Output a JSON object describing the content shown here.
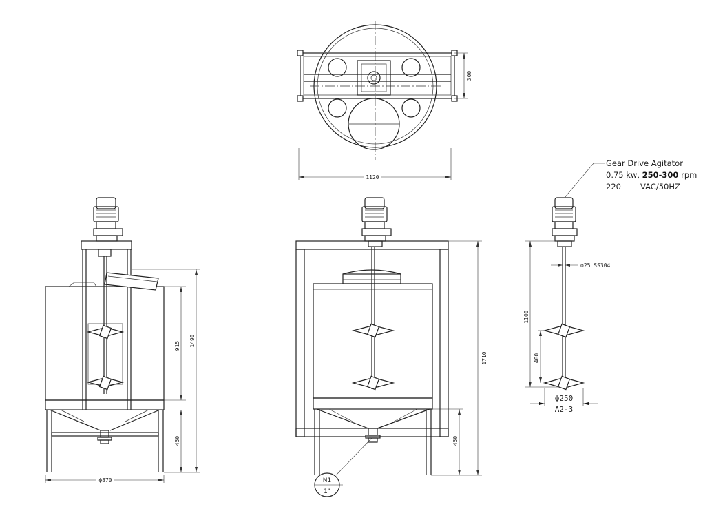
{
  "top_view": {
    "dim_width": "1120",
    "dim_depth": "300"
  },
  "left_view": {
    "dim_diameter": "ϕ870",
    "dim_tank_height": "915",
    "dim_total_height": "1490",
    "dim_leg_height": "450"
  },
  "center_view": {
    "dim_total_height": "1710",
    "dim_leg_height": "450",
    "nozzle_id": "N1",
    "nozzle_size": "1\""
  },
  "agitator_view": {
    "title": "Gear Drive Agitator",
    "power_prefix": "0.75 kw, ",
    "speed": "250-300",
    "speed_unit": " rpm",
    "voltage": "220",
    "supply": "VAC/50HZ",
    "shaft_spec": "ϕ25 SS304",
    "dim_shaft_length": "1100",
    "dim_impeller_spacing": "400",
    "impeller_diameter": "ϕ250",
    "impeller_model": "A2-3"
  }
}
